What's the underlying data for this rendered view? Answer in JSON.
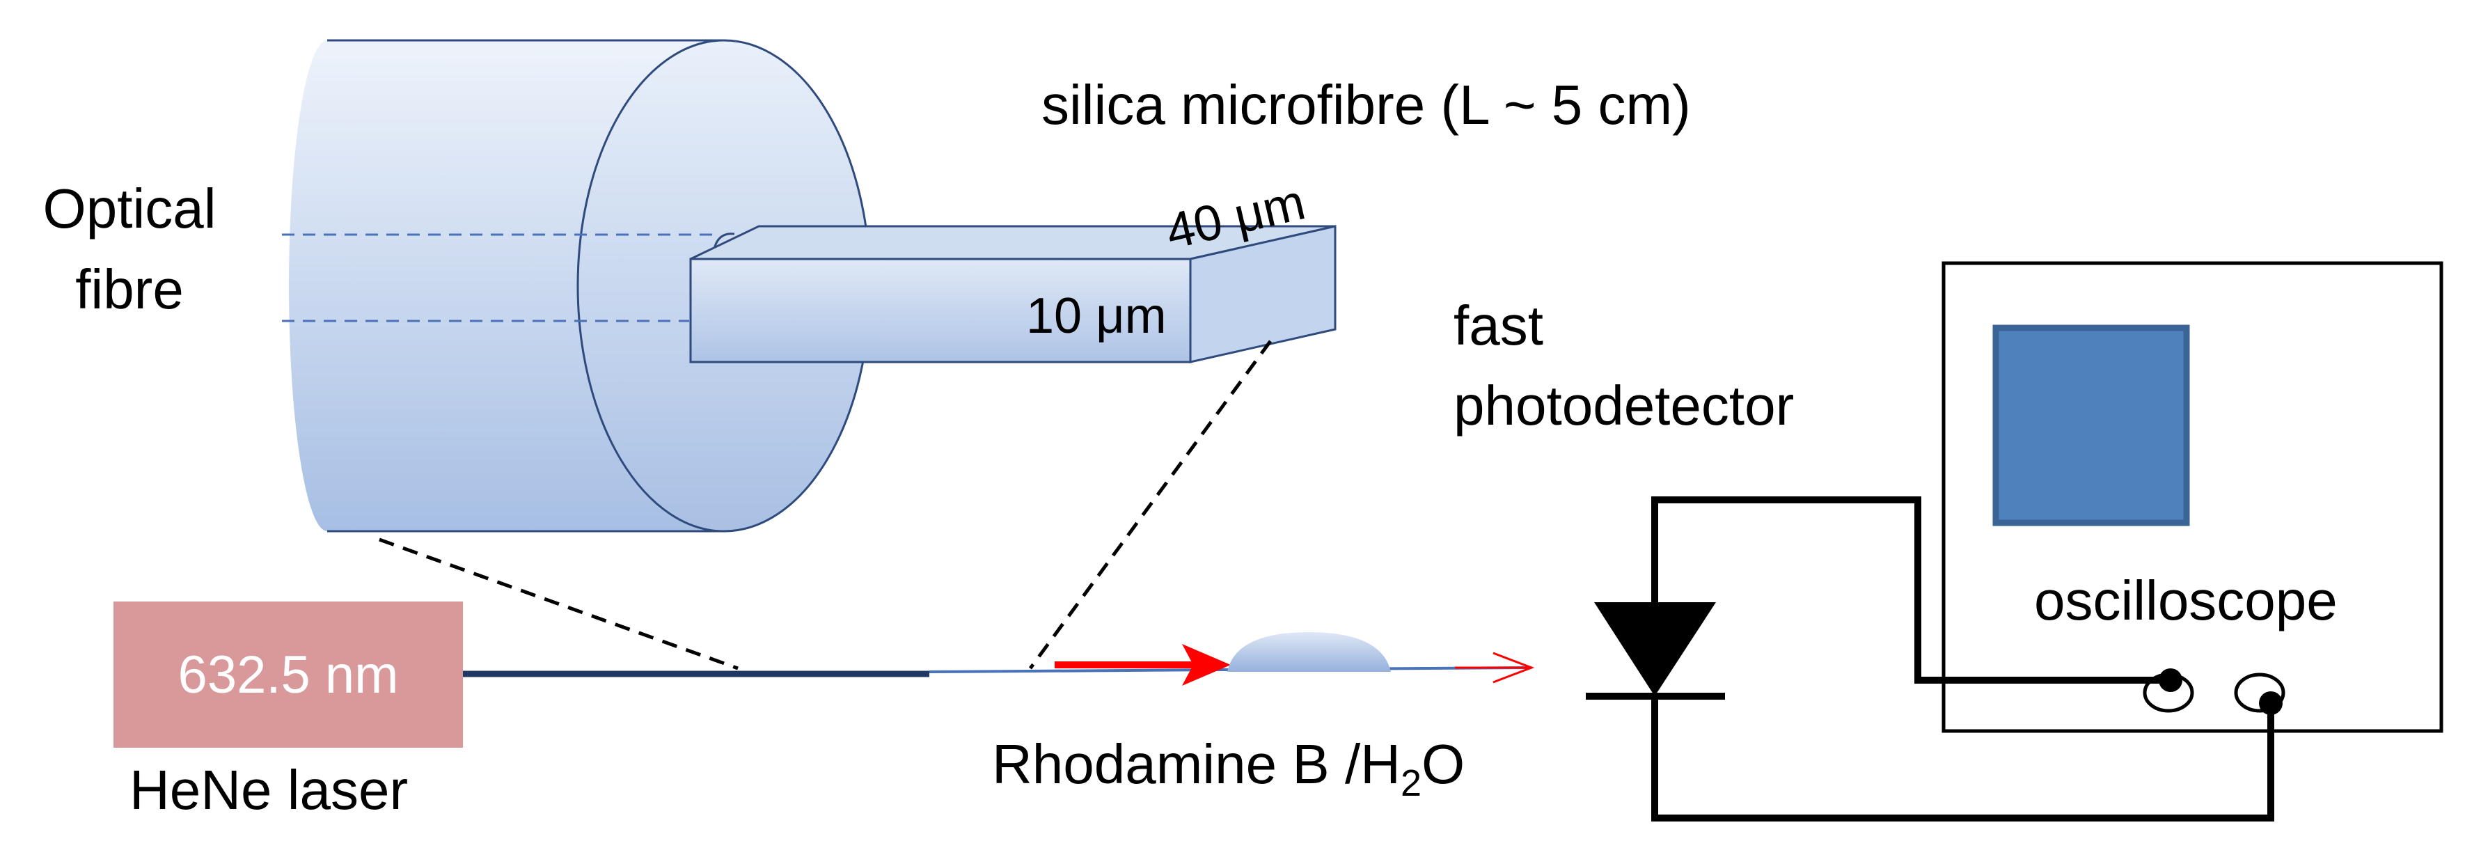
{
  "labels": {
    "optical_fibre_line1": "Optical",
    "optical_fibre_line2": "fibre",
    "microfibre": "silica microfibre (L ~ 5 cm)",
    "dim_width": "40 μm",
    "dim_height": "10 μm",
    "detector_line1": "fast",
    "detector_line2": "photodetector",
    "oscilloscope": "oscilloscope",
    "laser_wavelength": "632.5 nm",
    "laser_name": "HeNe laser",
    "solution_main": "Rhodamine B /H",
    "solution_sub": "2",
    "solution_end": "O"
  },
  "colors": {
    "fibre_fill_light": "#eef3fb",
    "fibre_fill_dark": "#a7bfe4",
    "outline": "#2f4a7c",
    "laser_fill": "#d9999b",
    "screen_fill": "#4f81bd",
    "screen_border": "#3a6396",
    "beam_red": "#ff0000",
    "fibre_line": "#1f3864",
    "wire": "#000000"
  }
}
